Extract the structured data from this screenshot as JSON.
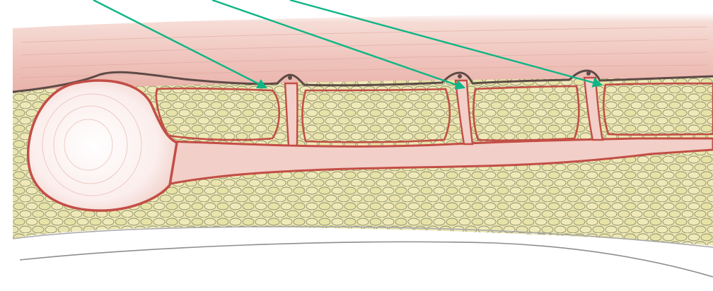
{
  "diagram": {
    "kind": "anatomical cross-section sketch",
    "colors": {
      "skin": "#f0c6bf",
      "skin_dark": "#d98a80",
      "fat": "#ebe6b0",
      "fat_lobule": "#8f8f72",
      "wall": "#c24e46",
      "wall_dark": "#5e4a46",
      "cyst": "#f8e9e6",
      "sinus": "#f2cfc8",
      "base_line": "#9b9b9b",
      "arrow": "#10b585"
    },
    "pointer_arrows": [
      {
        "target": "first-sinus-pit"
      },
      {
        "target": "second-sinus-pit"
      },
      {
        "target": "third-sinus-pit"
      }
    ]
  }
}
